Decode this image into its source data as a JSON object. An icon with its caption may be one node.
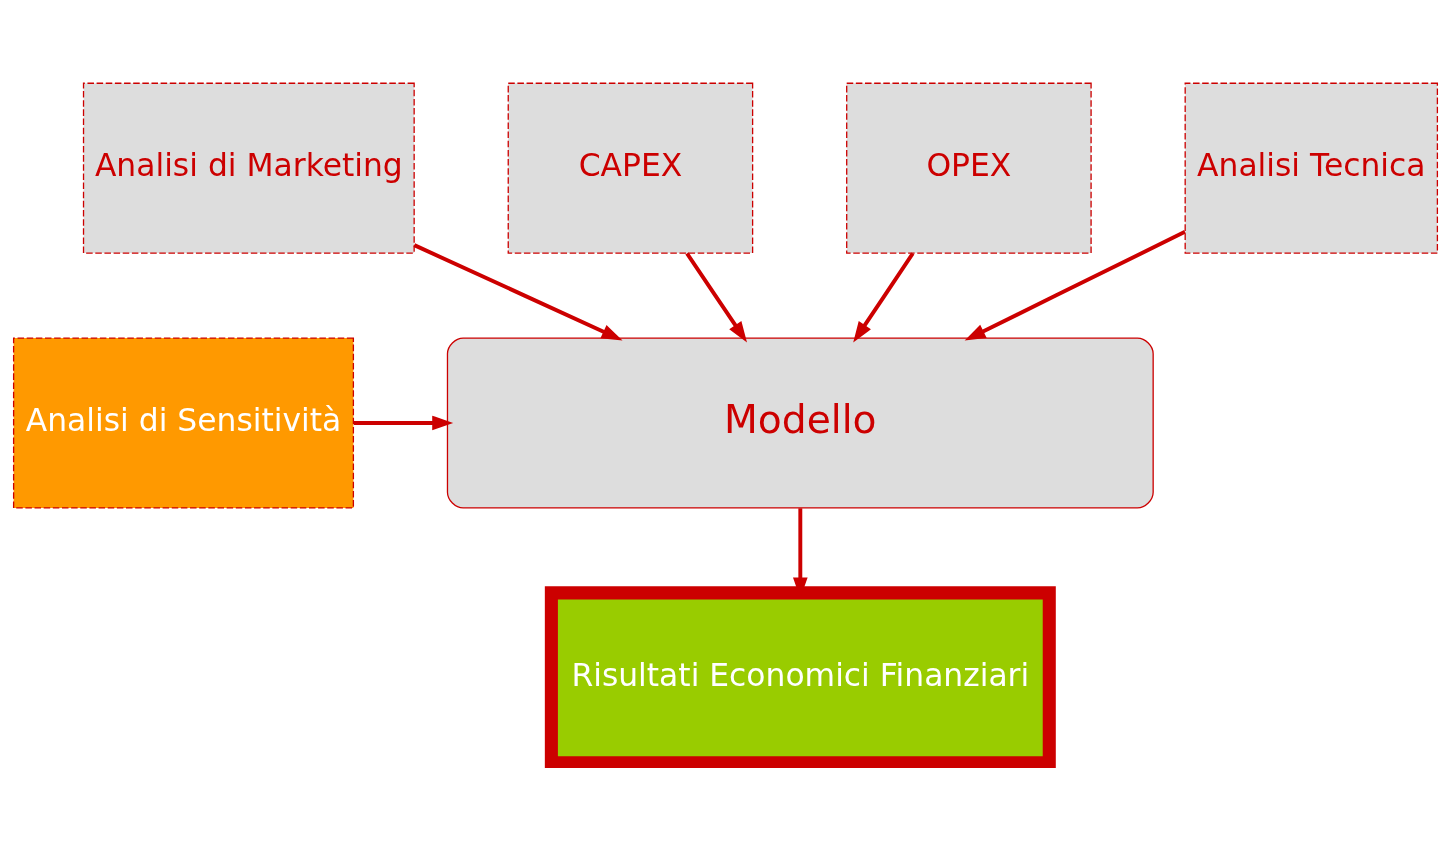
{
  "diagram": {
    "nodes": [
      {
        "text": [
          "Analisi di Marketing"
        ]
      },
      {
        "text": [
          "CAPEX"
        ]
      },
      {
        "text": [
          "OPEX"
        ]
      },
      {
        "text": [
          "Analisi Tecnica"
        ]
      },
      {
        "text": [
          "Modello"
        ]
      },
      {
        "text": [
          "Analisi di Sensitività"
        ]
      },
      {
        "text": [
          "Risultati Economici Finanziari"
        ]
      }
    ],
    "edges": [
      {
        "from": 0,
        "to": 4,
        "arrow": "to"
      },
      {
        "from": 1,
        "to": 4,
        "arrow": "to"
      },
      {
        "from": 2,
        "to": 4,
        "arrow": "to"
      },
      {
        "from": 3,
        "to": 4,
        "arrow": "to"
      },
      {
        "from": 5,
        "to": 4,
        "arrow": "to"
      },
      {
        "from": 4,
        "to": 6,
        "arrow": "to"
      }
    ]
  }
}
